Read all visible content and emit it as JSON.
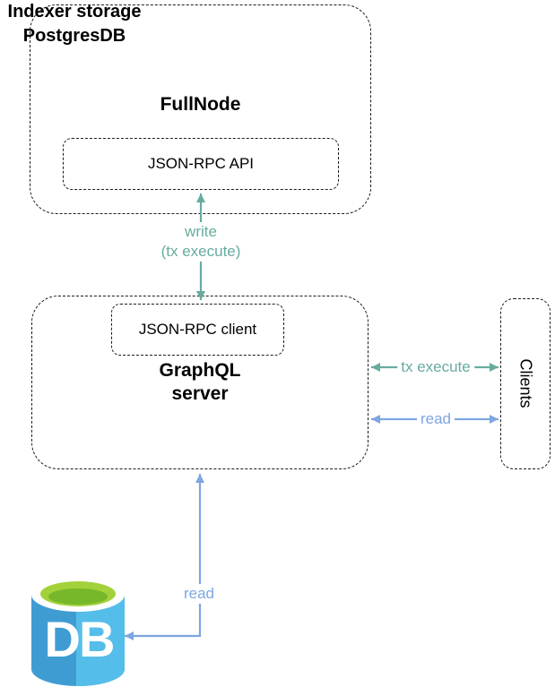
{
  "colors": {
    "teal": "#67AB9F",
    "blue": "#7EA6E0",
    "db_blue_left": "#3F9CD3",
    "db_blue_right": "#55BDE9",
    "db_rim_white": "#FFFFFF",
    "db_green_outer": "#A3D139",
    "db_green_inner": "#76B82A"
  },
  "fullnode": {
    "title": "FullNode",
    "api_label": "JSON-RPC API"
  },
  "write_edge": {
    "line1": "write",
    "line2": "(tx execute)"
  },
  "graphql": {
    "client_label": "JSON-RPC client",
    "title_line1": "GraphQL",
    "title_line2": "server"
  },
  "clients": {
    "label": "Clients"
  },
  "tx_edge": {
    "label": "tx execute"
  },
  "read_clients_edge": {
    "label": "read"
  },
  "read_db_edge": {
    "label": "read"
  },
  "storage": {
    "line1": "Indexer storage",
    "line2": "PostgresDB",
    "db": "DB"
  }
}
